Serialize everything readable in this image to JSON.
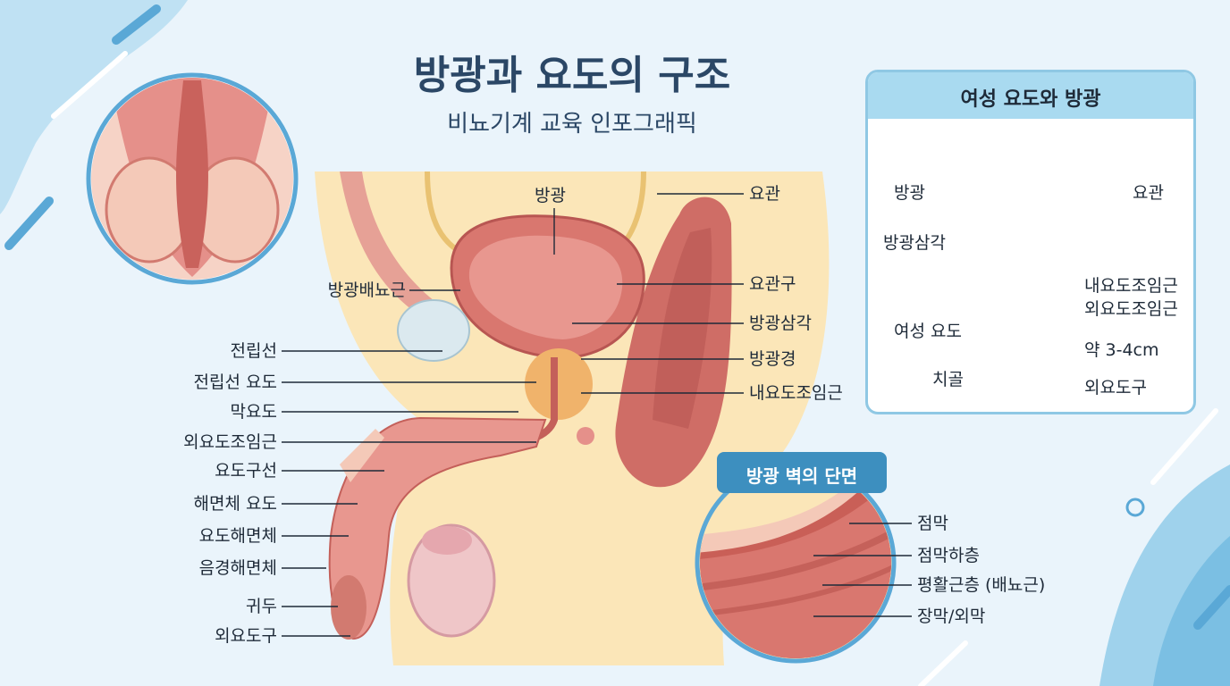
{
  "title": "방광과 요도의 구조",
  "subtitle": "비뇨기계 교육 인포그래픽",
  "colors": {
    "background": "#eaf4fb",
    "title": "#2b4766",
    "panel_border": "#8fc8e4",
    "panel_header": "#a9daf0",
    "badge": "#3d8fbf",
    "tissue": "#d9776f",
    "skin": "#fbe6b8"
  },
  "male_labels": {
    "bladder": "방광",
    "ureter": "요관",
    "detrusor": "방광배뇨근",
    "ureteral_orifice": "요관구",
    "trigone": "방광삼각",
    "bladder_neck": "방광경",
    "internal_sphincter": "내요도조임근",
    "prostate": "전립선",
    "prostatic_urethra": "전립선 요도",
    "membranous_urethra": "막요도",
    "external_sphincter": "외요도조임근",
    "bulbourethral_gland": "요도구선",
    "spongy_urethra": "해면체 요도",
    "corpus_spongiosum": "요도해면체",
    "corpus_cavernosum": "음경해면체",
    "glans": "귀두",
    "external_meatus": "외요도구"
  },
  "female_panel": {
    "title": "여성 요도와 방광",
    "bladder": "방광",
    "ureter": "요관",
    "trigone": "방광삼각",
    "internal_sphincter": "내요도조임근",
    "external_sphincter": "외요도조임근",
    "female_urethra": "여성 요도",
    "length": "약 3-4cm",
    "pubic_bone": "치골",
    "external_meatus": "외요도구"
  },
  "wall_section": {
    "title": "방광 벽의 단면",
    "mucosa": "점막",
    "submucosa": "점막하층",
    "muscle": "평활근층 (배뇨근)",
    "serosa": "장막/외막"
  }
}
